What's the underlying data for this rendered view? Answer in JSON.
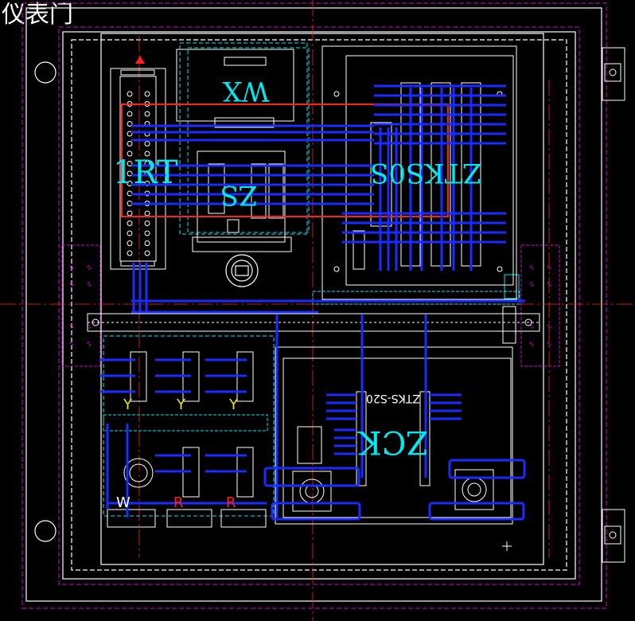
{
  "page": {
    "title": "仪表门"
  },
  "labels": {
    "wx": "WX",
    "1rt": "1RT",
    "rt_mirror": "RT",
    "zs": "ZS",
    "yellow_y": "Y",
    "red_r": "R",
    "white_w": "W",
    "zck": "ZCK",
    "zck_model": "ZTKS-S20",
    "terminal_block": "ZTKS0S"
  },
  "colors": {
    "background": "#000000",
    "outline": "#ffffff",
    "wire": "#1a2cff",
    "magenta": "#d000d0",
    "red": "#ff2020",
    "cyan": "#00e8f0",
    "yellow": "#e8e800",
    "grey": "#8a8a8a"
  }
}
